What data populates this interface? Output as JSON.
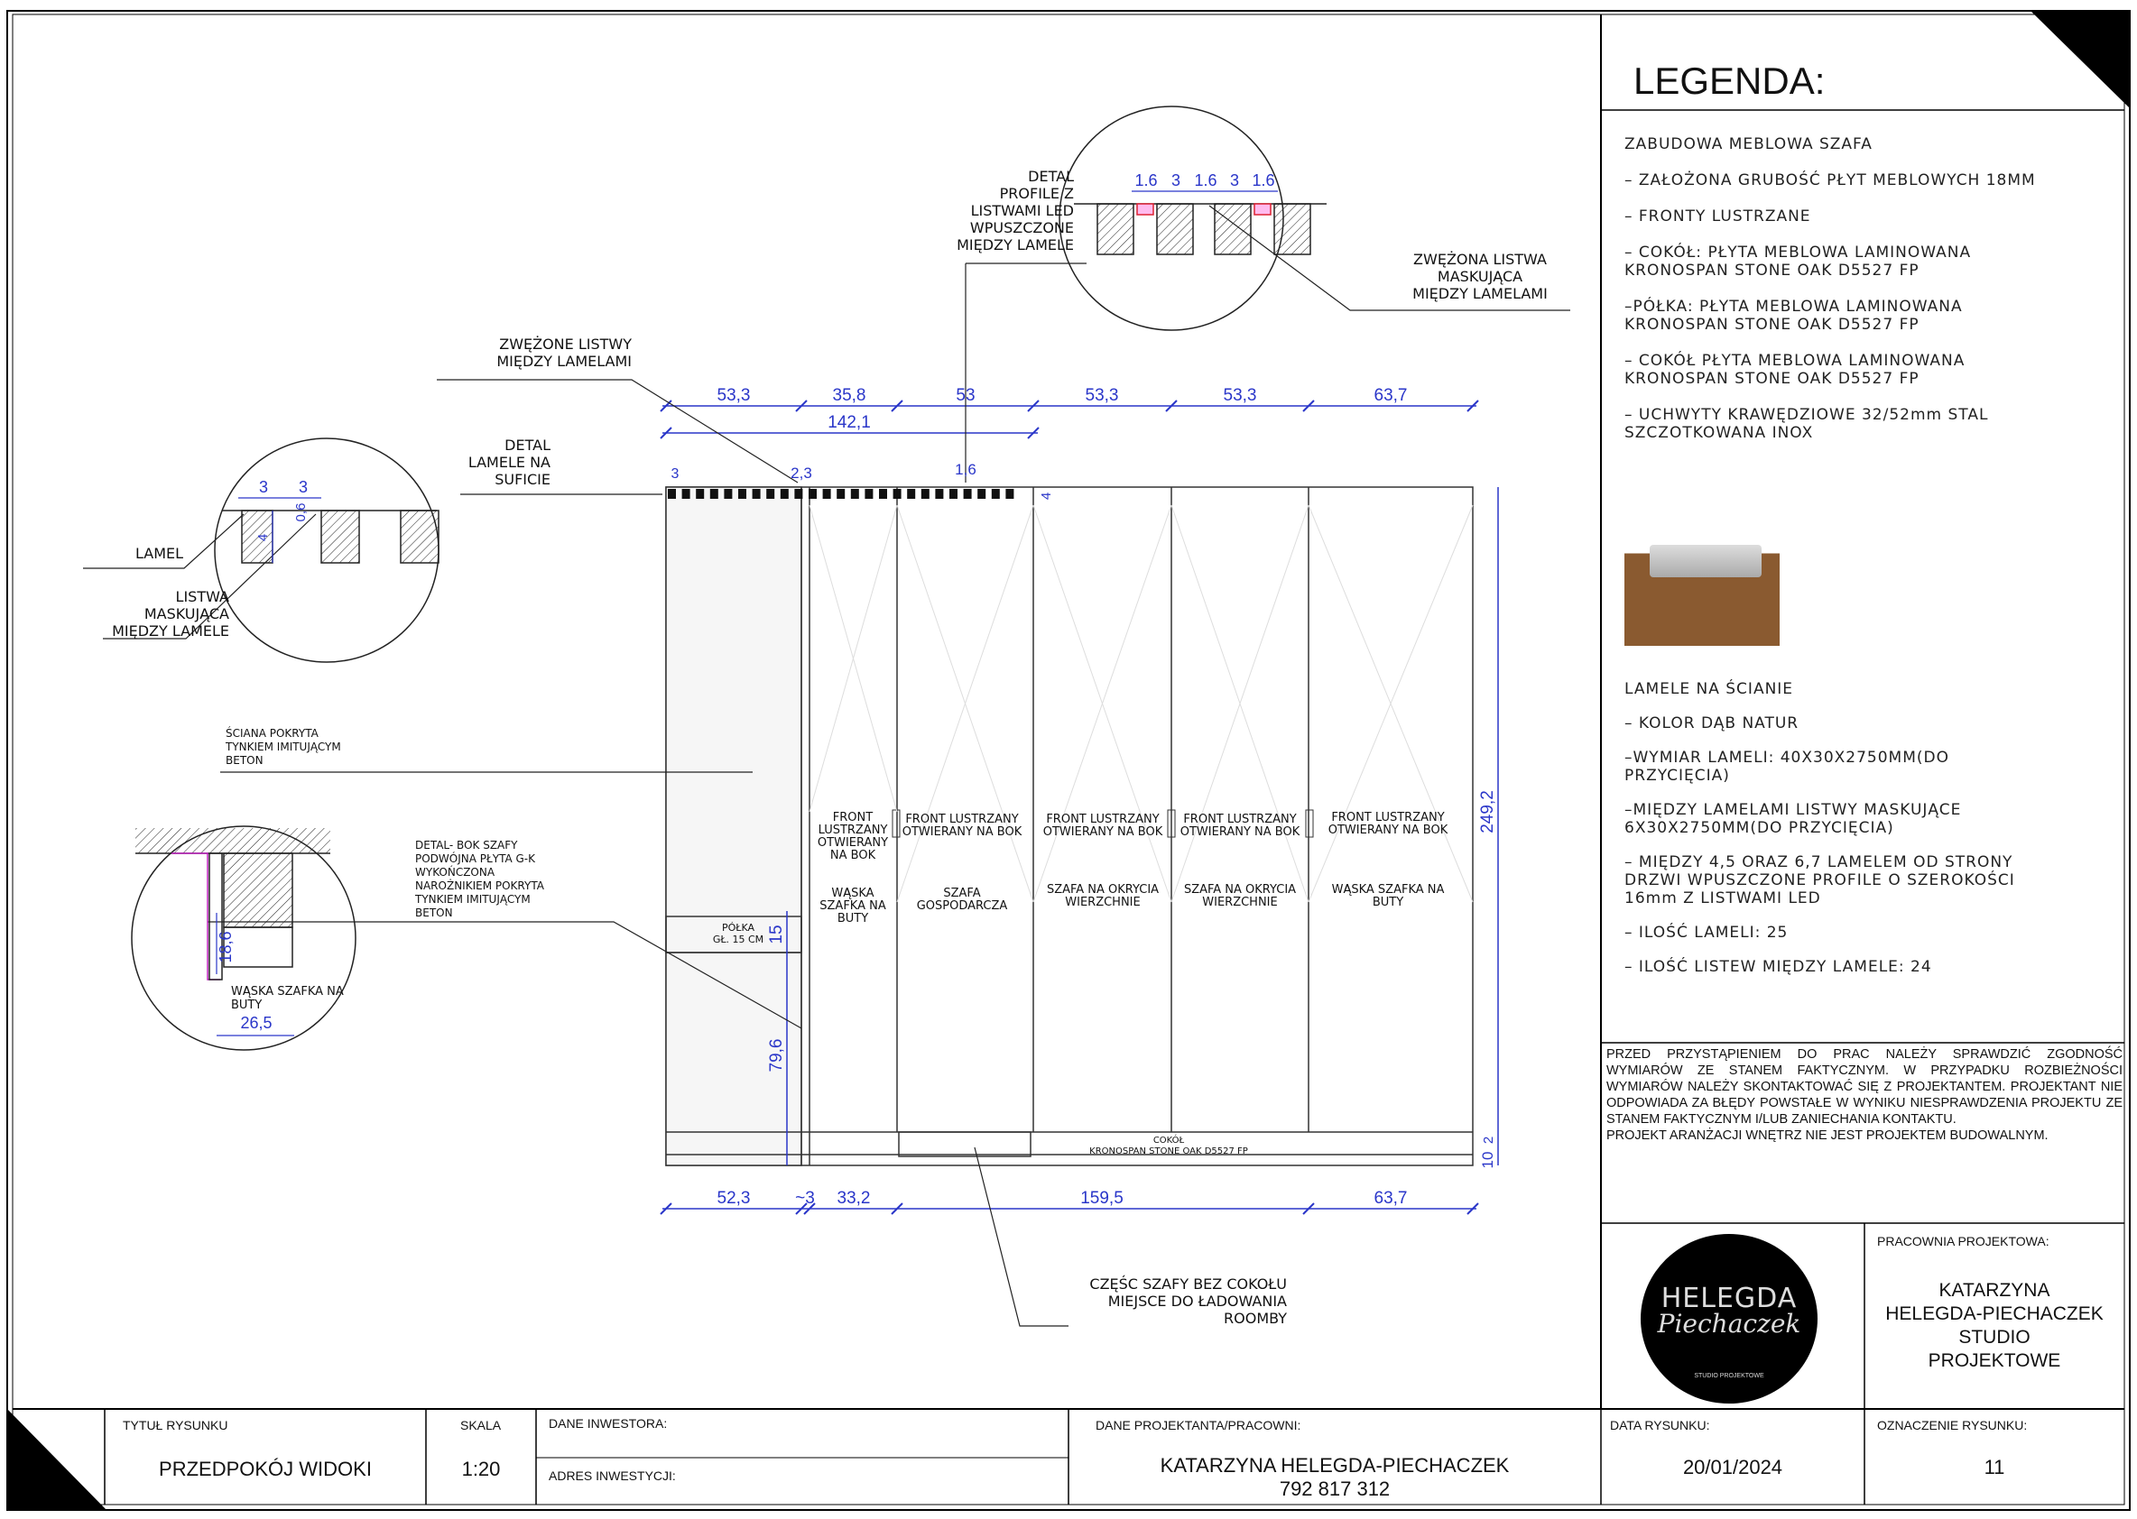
{
  "legend": {
    "title": "LEGENDA:",
    "items": [
      "ZABUDOWA MEBLOWA SZAFA",
      "– ZAŁOŻONA GRUBOŚĆ PŁYT MEBLOWYCH 18MM",
      "– FRONTY LUSTRZANE",
      "– COKÓŁ: PŁYTA MEBLOWA LAMINOWANA\nKRONOSPAN STONE OAK D5527 FP",
      "–PÓŁKA: PŁYTA MEBLOWA LAMINOWANA\nKRONOSPAN STONE OAK D5527 FP",
      "– COKÓŁ PŁYTA MEBLOWA LAMINOWANA\nKRONOSPAN STONE OAK D5527 FP",
      "– UCHWYTY KRAWĘDZIOWE 32/52mm  STAL\nSZCZOTKOWANA INOX"
    ],
    "lamele_items": [
      "LAMELE NA ŚCIANIE",
      "– KOLOR DĄB NATUR",
      "–WYMIAR LAMELI:  40X30X2750MM(DO\nPRZYCIĘCIA)",
      "–MIĘDZY LAMELAMI LISTWY MASKUJĄCE\n6X30X2750MM(DO PRZYCIĘCIA)",
      "– MIĘDZY 4,5 ORAZ 6,7  LAMELEM OD STRONY\nDRZWI WPUSZCZONE PROFILE O SZEROKOŚCI\n16mm Z LISTWAMI LED",
      "– ILOŚĆ LAMELI:  25",
      "– ILOŚĆ LISTEW MIĘDZY LAMELE:  24"
    ],
    "note": "PRZED  PRZYSTĄPIENIEM  DO  PRAC  NALEŻY  SPRAWDZIĆ  ZGODNOŚĆ WYMIARÓW  ZE  STANEM  FAKTYCZNYM.  W  PRZYPADKU  ROZBIEŻNOŚCI WYMIARÓW NALEŻY SKONTAKTOWAĆ SIĘ Z PROJEKTANTEM. PROJEKTANT NIE ODPOWIADA ZA BŁĘDY POWSTAŁE W WYNIKU NIESPRAWDZENIA PROJEKTU ZE STANEM FAKTYCZNYM I/LUB ZANIECHANIA KONTAKTU.\nPROJEKT ARANŻACJI WNĘTRZ NIE JEST PROJEKTEM BUDOWALNYM."
  },
  "studio": {
    "label": "PRACOWNIA PROJEKTOWA:",
    "name": "KATARZYNA\nHELEGDA-PIECHACZEK\nSTUDIO\nPROJEKTOWE",
    "logo_line1": "HELEGDA",
    "logo_line2": "Piechaczek",
    "logo_small": "STUDIO PROJEKTOWE"
  },
  "titleblock": {
    "title_label": "TYTUŁ RYSUNKU",
    "title_value": "PRZEDPOKÓJ WIDOKI",
    "scale_label": "SKALA",
    "scale_value": "1:20",
    "investor_label": "DANE INWESTORA:",
    "address_label": "ADRES INWESTYCJI:",
    "designer_label": "DANE PROJEKTANTA/PRACOWNI:",
    "designer_name": "KATARZYNA HELEGDA-PIECHACZEK",
    "designer_phone": "792 817 312",
    "date_label": "DATA RYSUNKU:",
    "date_value": "20/01/2024",
    "sheet_label": "OZNACZENIE RYSUNKU:",
    "sheet_value": "11"
  },
  "drawing": {
    "top_dims": [
      "53,3",
      "35,8",
      "53",
      "53,3",
      "53,3",
      "63,7"
    ],
    "top_total": "142,1",
    "bottom_dims": [
      "52,3",
      "~3",
      "33,2",
      "159,5",
      "63,7"
    ],
    "height_total": "249,2",
    "height_plinth": "10",
    "height_plinth_b": "2",
    "shelf_dims": [
      "15",
      "79,6"
    ],
    "small_dims": [
      "3",
      "2,3",
      "1,6",
      "4"
    ],
    "shelf_label": "PÓŁKA\nGŁ. 15 CM",
    "plinth_label": "COKÓŁ\nKRONOSPAN STONE OAK D5527 FP",
    "fronts": [
      {
        "front": "FRONT\nLUSTRZANY\nOTWIERANY\nNA BOK",
        "use": "WĄSKA\nSZAFKA NA\nBUTY"
      },
      {
        "front": "FRONT LUSTRZANY\nOTWIERANY NA BOK",
        "use": "SZAFA\nGOSPODARCZA"
      },
      {
        "front": "FRONT LUSTRZANY\nOTWIERANY NA BOK",
        "use": "SZAFA NA OKRYCIA\nWIERZCHNIE"
      },
      {
        "front": "FRONT LUSTRZANY\nOTWIERANY NA BOK",
        "use": "SZAFA NA OKRYCIA\nWIERZCHNIE"
      },
      {
        "front": "FRONT LUSTRZANY\nOTWIERANY NA BOK",
        "use": "WĄSKA SZAFKA NA\nBUTY"
      }
    ],
    "callouts": {
      "detal_profile": "DETAL\nPROFILE Z\nLISTWAMI LED\nWPUSZCZONE\nMIĘDZY LAMELE",
      "zwezona_listwa": "ZWĘŻONA LISTWA\nMASKUJĄCA\nMIĘDZY LAMELAMI",
      "zwezone_listwy": "ZWĘŻONE LISTWY\nMIĘDZY LAMELAMI",
      "detal_lamele": "DETAL\nLAMELE NA\nSUFICIE",
      "lamel": "LAMEL",
      "listwa_maskujaca": "LISTWA\nMASKUJĄCA\nMIĘDZY LAMELE",
      "sciana": "ŚCIANA POKRYTA\nTYNKIEM IMITUJĄCYM\nBETON",
      "detal_bok": "DETAL- BOK SZAFY\nPODWÓJNA PŁYTA G-K\nWYKOŃCZONA\nNAROŻNIKIEM POKRYTA\nTYNKIEM IMITUJĄCYM\nBETON",
      "waska_detail": "WĄSKA SZAFKA NA\nBUTY",
      "roomba": "CZĘŚC SZAFY BEZ COKOŁU\nMIEJSCE DO ŁADOWANIA\nROOMBY"
    },
    "detail1_dims": [
      "1.6",
      "3",
      "1.6",
      "3",
      "1.6"
    ],
    "detail2_dims": [
      "3",
      "3",
      "0,6",
      "4"
    ],
    "detail3_dims": [
      "18,6",
      "26,5"
    ]
  }
}
